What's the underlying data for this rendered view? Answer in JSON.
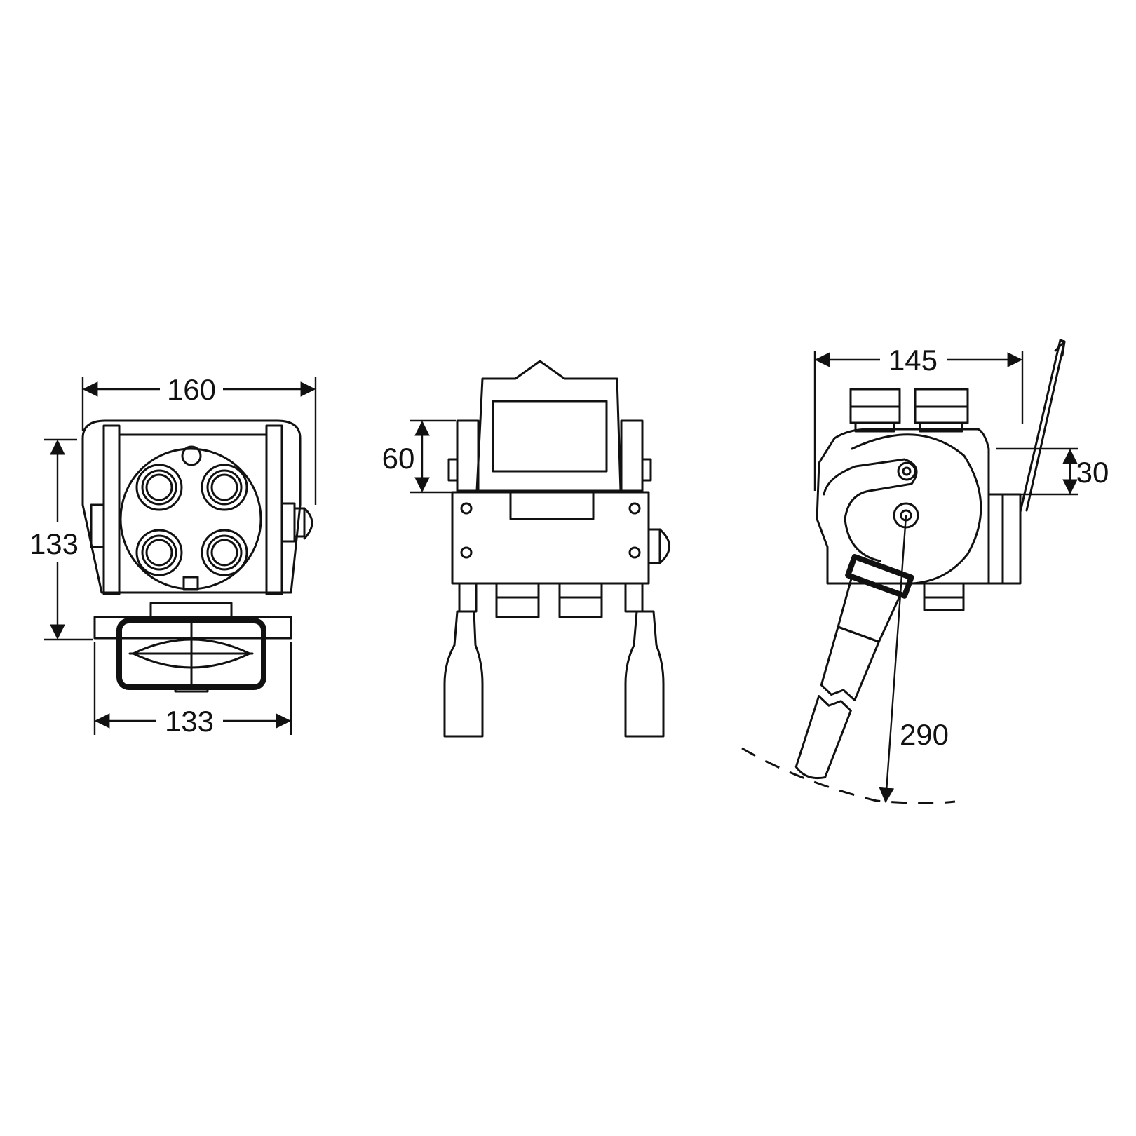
{
  "views": {
    "front": {
      "dim_top": "160",
      "dim_left": "133",
      "dim_bottom": "133"
    },
    "side": {
      "dim_height": "60"
    },
    "lever": {
      "dim_top": "145",
      "dim_offset": "30",
      "dim_reach": "290"
    }
  },
  "colors": {
    "line": "#111111",
    "background": "#ffffff"
  }
}
